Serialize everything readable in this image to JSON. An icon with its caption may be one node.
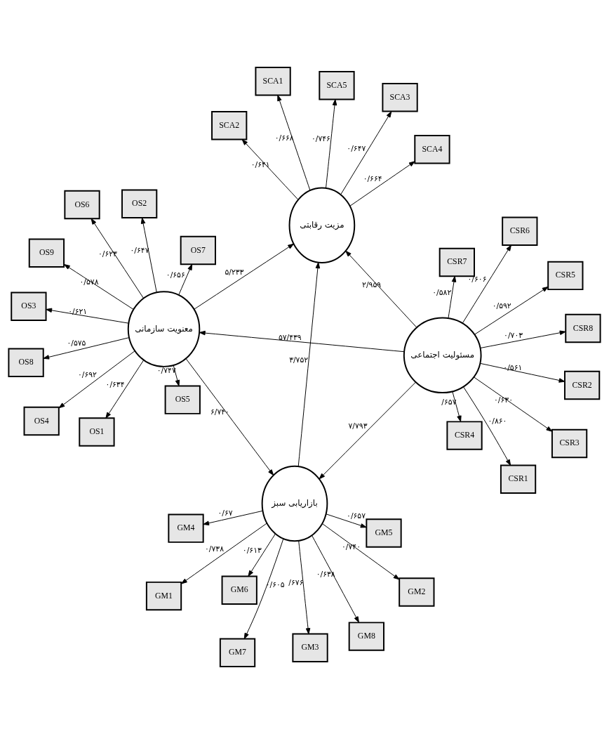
{
  "diagram": {
    "nodes": [
      {
        "text": [
          "GM1"
        ]
      },
      {
        "text": [
          "GM2"
        ]
      },
      {
        "text": [
          "GM3"
        ]
      },
      {
        "text": [
          "GM4"
        ]
      },
      {
        "text": [
          "GM5"
        ]
      },
      {
        "text": [
          "GM6"
        ]
      },
      {
        "text": [
          "GM7"
        ]
      },
      {
        "text": [
          "GM8"
        ]
      },
      {
        "text": [
          "CSR1"
        ]
      },
      {
        "text": [
          "CSR2"
        ]
      },
      {
        "text": [
          "CSR3"
        ]
      },
      {
        "text": [
          "CSR4"
        ]
      },
      {
        "text": [
          "CSR5"
        ]
      },
      {
        "text": [
          "CSR6"
        ]
      },
      {
        "text": [
          "CSR7"
        ]
      },
      {
        "text": [
          "CSR8"
        ]
      },
      {
        "text": [
          "بازاریابی سبز"
        ]
      },
      {
        "text": [
          "مسئولیت اجتماعی"
        ]
      },
      {
        "text": [
          "مزیت رقابتی"
        ]
      },
      {
        "text": [
          "معنویت سازمانی"
        ]
      },
      {
        "text": [
          "SCA1"
        ]
      },
      {
        "text": [
          "SCA2"
        ]
      },
      {
        "text": [
          "SCA3"
        ]
      },
      {
        "text": [
          "SCA4"
        ]
      },
      {
        "text": [
          "SCA5"
        ]
      },
      {
        "text": [
          "OS1"
        ]
      },
      {
        "text": [
          "OS2"
        ]
      },
      {
        "text": [
          "OS3"
        ]
      },
      {
        "text": [
          "OS4"
        ]
      },
      {
        "text": [
          "OS5"
        ]
      },
      {
        "text": [
          "OS6"
        ]
      },
      {
        "text": [
          "OS7"
        ]
      },
      {
        "text": [
          "OS8"
        ]
      },
      {
        "text": [
          "OS9"
        ]
      }
    ],
    "edges": [
      {
        "from": 16,
        "to": 0,
        "arrow": "to",
        "label": "۰/۷۳۸"
      },
      {
        "from": 16,
        "to": 1,
        "arrow": "to",
        "label": "۰/۷۴۰"
      },
      {
        "from": 16,
        "to": 2,
        "arrow": "to",
        "label": "/۶۷۶"
      },
      {
        "from": 16,
        "to": 3,
        "arrow": "to",
        "label": "۰/۶۷"
      },
      {
        "from": 16,
        "to": 4,
        "arrow": "to",
        "label": "۰/۶۵۷"
      },
      {
        "from": 16,
        "to": 5,
        "arrow": "to",
        "label": "۰/۶۱۳"
      },
      {
        "from": 16,
        "to": 6,
        "arrow": "to",
        "label": "۰/۶۰۵"
      },
      {
        "from": 16,
        "to": 7,
        "arrow": "to",
        "label": "۰/۶۳۸"
      },
      {
        "from": 17,
        "to": 8,
        "arrow": "to",
        "label": "۰/۸۶۰"
      },
      {
        "from": 17,
        "to": 9,
        "arrow": "to",
        "label": "۰/۵۶۱"
      },
      {
        "from": 17,
        "to": 10,
        "arrow": "to",
        "label": "۰/۶۳۰"
      },
      {
        "from": 17,
        "to": 11,
        "arrow": "to",
        "label": "/۶۵۷"
      },
      {
        "from": 17,
        "to": 12,
        "arrow": "to",
        "label": "۰/۵۹۲"
      },
      {
        "from": 17,
        "to": 13,
        "arrow": "to",
        "label": "۰/۶۰۶"
      },
      {
        "from": 17,
        "to": 14,
        "arrow": "to",
        "label": "۰/۵۸۲"
      },
      {
        "from": 17,
        "to": 15,
        "arrow": "to",
        "label": "۰/۷۰۳"
      },
      {
        "from": 17,
        "to": 16,
        "arrow": "to",
        "label": "۷/۷۹۳"
      },
      {
        "from": 16,
        "to": 18,
        "arrow": "to",
        "label": "۳/۷۵۲"
      },
      {
        "from": 17,
        "to": 18,
        "arrow": "to",
        "label": "۲/۹۵۹"
      },
      {
        "from": 17,
        "to": 19,
        "arrow": "to",
        "label": "۵۷/۴۳۹"
      },
      {
        "from": 19,
        "to": 16,
        "arrow": "to",
        "label": "۶/۷۴۰"
      },
      {
        "from": 19,
        "to": 18,
        "arrow": "to",
        "label": "۵/۲۳۳"
      },
      {
        "from": 18,
        "to": 20,
        "arrow": "to",
        "label": "۰/۶۶۸"
      },
      {
        "from": 18,
        "to": 21,
        "arrow": "to",
        "label": "۰/۶۴۱"
      },
      {
        "from": 18,
        "to": 22,
        "arrow": "to",
        "label": "۰/۶۴۷"
      },
      {
        "from": 18,
        "to": 23,
        "arrow": "to",
        "label": "۰/۶۶۴"
      },
      {
        "from": 18,
        "to": 24,
        "arrow": "to",
        "label": "۰/۷۴۶"
      },
      {
        "from": 19,
        "to": 25,
        "arrow": "to",
        "label": "۰/۶۳۴"
      },
      {
        "from": 19,
        "to": 26,
        "arrow": "to",
        "label": "۰/۶۴۷"
      },
      {
        "from": 19,
        "to": 27,
        "arrow": "to",
        "label": "۰/۶۲۱"
      },
      {
        "from": 19,
        "to": 28,
        "arrow": "to",
        "label": "۰/۶۹۲"
      },
      {
        "from": 19,
        "to": 29,
        "arrow": "to",
        "label": "۰/۷۴۷"
      },
      {
        "from": 19,
        "to": 30,
        "arrow": "to",
        "label": "۰/۶۲۳"
      },
      {
        "from": 19,
        "to": 31,
        "arrow": "to",
        "label": "۰/۶۵۶"
      },
      {
        "from": 19,
        "to": 32,
        "arrow": "to",
        "label": "۰/۵۷۵"
      },
      {
        "from": 19,
        "to": 33,
        "arrow": "to",
        "label": "۰/۵۷۸"
      }
    ]
  }
}
